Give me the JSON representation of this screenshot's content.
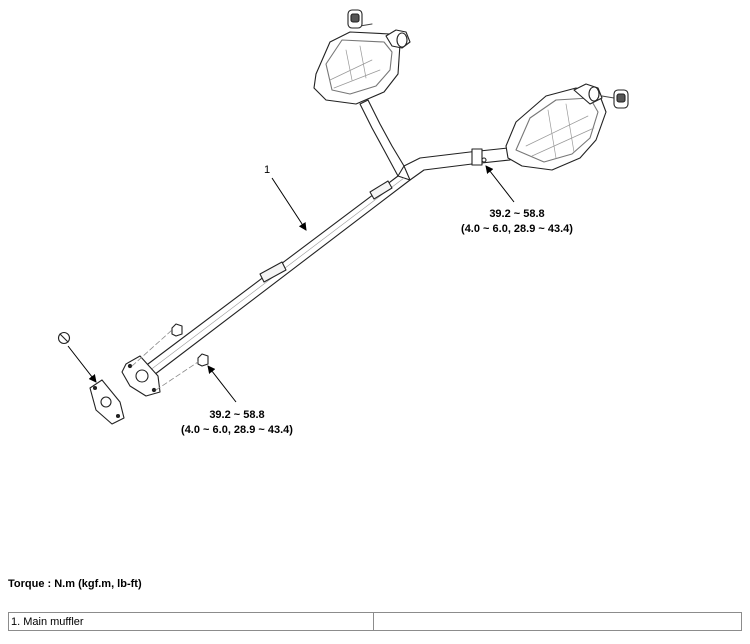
{
  "diagram": {
    "callout_number": "1",
    "torque_top": {
      "line1": "39.2 ~ 58.8",
      "line2": "(4.0 ~ 6.0, 28.9 ~ 43.4)"
    },
    "torque_bottom": {
      "line1": "39.2 ~ 58.8",
      "line2": "(4.0 ~ 6.0, 28.9 ~ 43.4)"
    }
  },
  "torque_heading": "Torque : N.m (kgf.m, lb-ft)",
  "legend": {
    "rows": [
      {
        "col1": "1. Main muffler",
        "col2": ""
      }
    ]
  }
}
